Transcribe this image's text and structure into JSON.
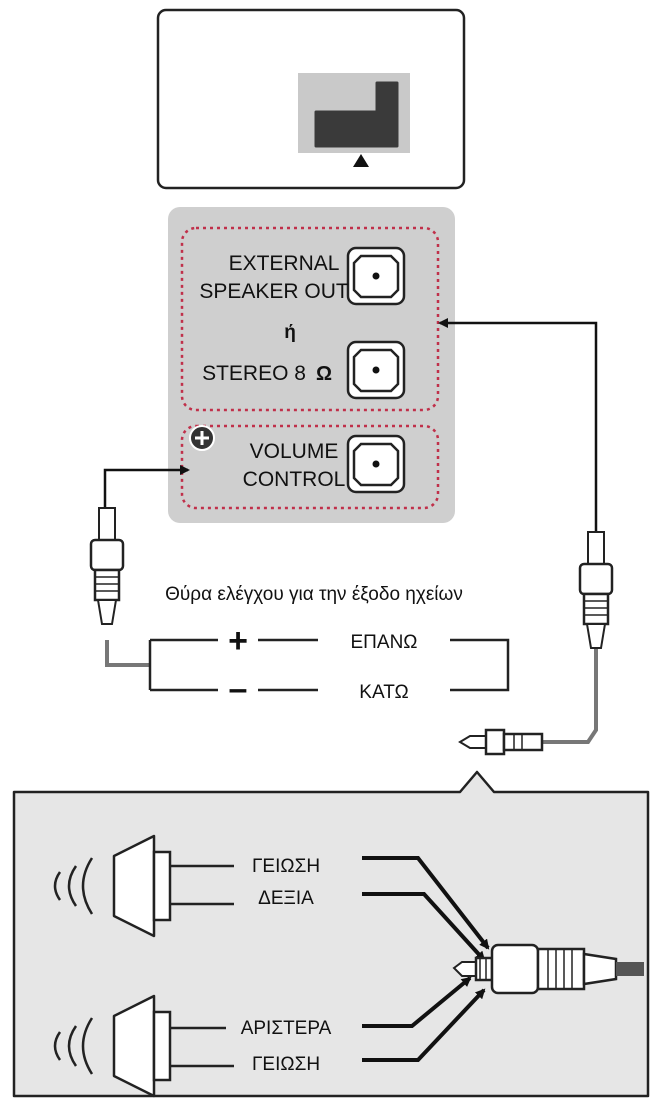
{
  "panel": {
    "external_speaker_out_line1": "EXTERNAL",
    "external_speaker_out_line2": "SPEAKER OUT",
    "or_text": "ή",
    "stereo_label": "STEREO 8",
    "ohm_symbol": "Ω",
    "volume_control_line1": "VOLUME",
    "volume_control_line2": "CONTROL"
  },
  "volume_port": {
    "caption": "Θύρα ελέγχου για την έξοδο ηχείων",
    "plus_symbol": "+",
    "minus_symbol": "–",
    "up_label": "ΕΠΑΝΩ",
    "down_label": "ΚΑΤΩ"
  },
  "speakers": {
    "top_ground": "ΓΕΙΩΣΗ",
    "right": "ΔΕΞΙΑ",
    "left": "ΑΡΙΣΤΕΡΑ",
    "bottom_ground": "ΓΕΙΩΣΗ"
  },
  "colors": {
    "panel_gray": "#cfcfcf",
    "dotted_red": "#c0304a",
    "jack_dark": "#3a3a3a",
    "box_bg": "#e6e6e6"
  }
}
